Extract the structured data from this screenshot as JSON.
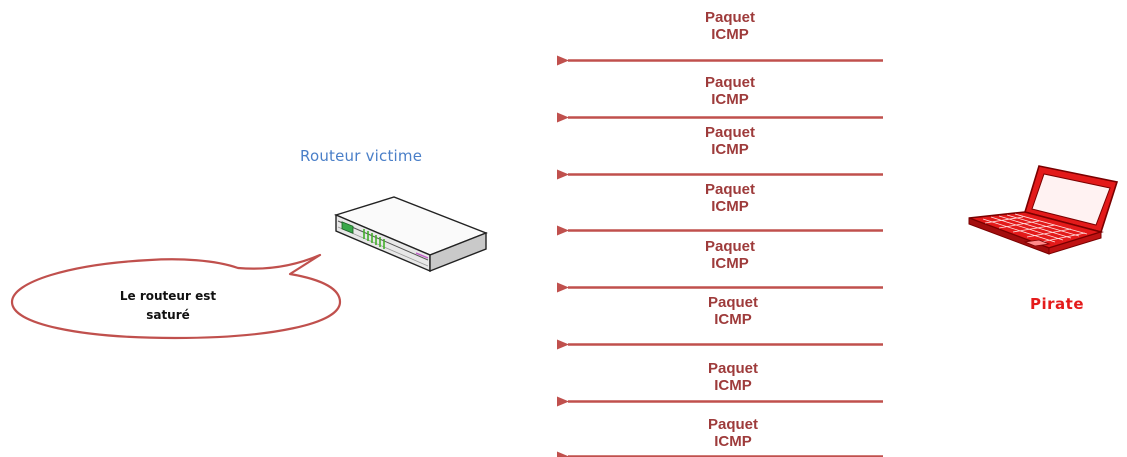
{
  "diagram": {
    "router": {
      "title": "Routeur victime",
      "icon": "router-icon"
    },
    "speech_bubble": {
      "line1": "Le routeur est",
      "line2": "saturé"
    },
    "attacker": {
      "label": "Pirate",
      "icon": "laptop-icon"
    },
    "packets": [
      {
        "line1": "Paquet",
        "line2": "ICMP"
      },
      {
        "line1": "Paquet",
        "line2": "ICMP"
      },
      {
        "line1": "Paquet",
        "line2": "ICMP"
      },
      {
        "line1": "Paquet",
        "line2": "ICMP"
      },
      {
        "line1": "Paquet",
        "line2": "ICMP"
      },
      {
        "line1": "Paquet",
        "line2": "ICMP"
      },
      {
        "line1": "Paquet",
        "line2": "ICMP"
      },
      {
        "line1": "Paquet",
        "line2": "ICMP"
      }
    ],
    "colors": {
      "arrow": "#c0504d",
      "packet_text": "#9e3b3b",
      "bubble_border": "#c0504d",
      "router_title": "#4a7fc8",
      "pirate": "#e41b1b",
      "laptop": "#e31a1a"
    }
  }
}
